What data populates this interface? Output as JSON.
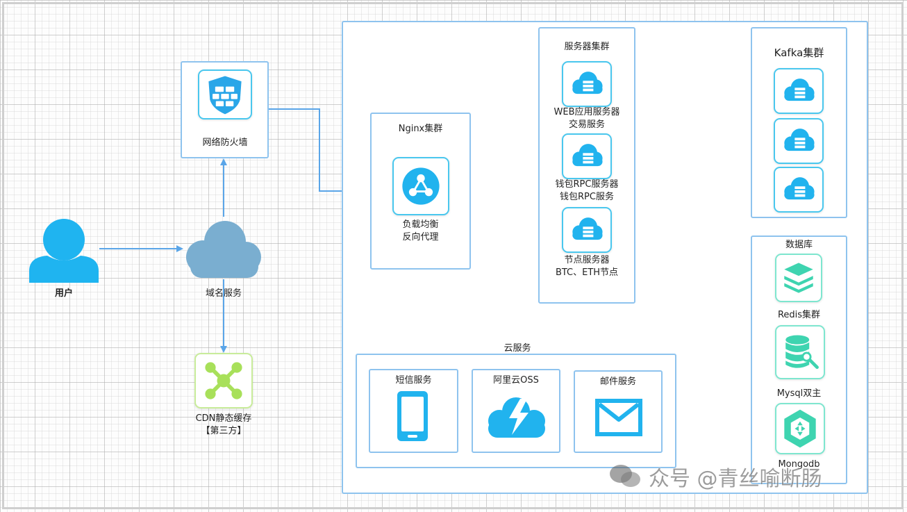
{
  "nodes": {
    "user": "用户",
    "dns": "域名服务",
    "firewall": "网络防火墙",
    "cdn_line1": "CDN静态缓存",
    "cdn_line2": "【第三方】",
    "nginx_title": "Nginx集群",
    "nginx_line1": "负载均衡",
    "nginx_line2": "反向代理",
    "server_title": "服务器集群",
    "web_line1": "WEB应用服务器",
    "web_line2": "交易服务",
    "wallet_line1": "钱包RPC服务器",
    "wallet_line2": "钱包RPC服务",
    "node_line1": "节点服务器",
    "node_line2": "BTC、ETH节点",
    "kafka_title": "Kafka集群",
    "db_title": "数据库",
    "redis": "Redis集群",
    "mysql": "Mysql双主",
    "mongo": "Mongodb",
    "cloud_title": "云服务",
    "sms": "短信服务",
    "oss": "阿里云OSS",
    "mail": "邮件服务"
  },
  "watermark": "众号 @青丝喻断肠",
  "icons": {
    "user": "user-icon",
    "dns": "cloud-icon",
    "firewall": "firewall-shield-icon",
    "cdn": "network-hub-icon",
    "nginx": "load-balancer-icon",
    "server": "cloud-server-icon",
    "redis": "layers-icon",
    "mysql": "database-wrench-icon",
    "mongo": "hexagon-icon",
    "sms": "phone-icon",
    "oss": "storm-cloud-icon",
    "mail": "envelope-icon"
  },
  "colors": {
    "accent": "#21b3ee",
    "line": "#5aa5e8",
    "border": "#8ec3ee",
    "user": "#1fb4f0",
    "dns": "#7aaed0",
    "cdn": "#a8e05a",
    "db": "#3ed4b0"
  }
}
